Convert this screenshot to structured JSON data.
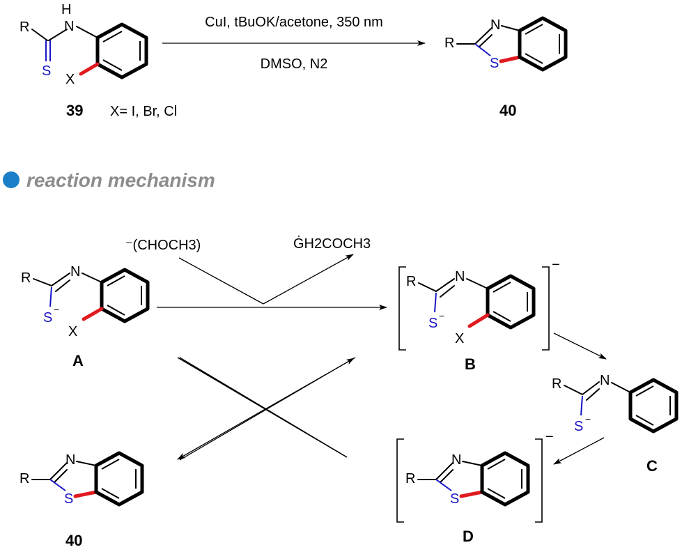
{
  "top_reaction": {
    "conditions_above": "CuI, tBuOK/acetone, 350 nm",
    "conditions_below": "DMSO, N2",
    "reactant_label": "39",
    "substituent_note": "X= I, Br, Cl",
    "product_label": "40"
  },
  "section": {
    "title": "reaction mechanism",
    "bullet_color": "#1a7fc7"
  },
  "mechanism": {
    "reagent_in": "⁻(CHOCH3)",
    "reagent_out": "ĠH2COCH3",
    "labels": {
      "A": "A",
      "B": "B",
      "C": "C",
      "D": "D",
      "product": "40"
    },
    "charge": "−"
  },
  "atoms": {
    "R": "R",
    "N": "N",
    "H": "H",
    "S": "S",
    "X": "X"
  },
  "colors": {
    "sulfur": "#1a14c8",
    "new_bond": "#e0191f",
    "heading": "#8c8c8c"
  }
}
